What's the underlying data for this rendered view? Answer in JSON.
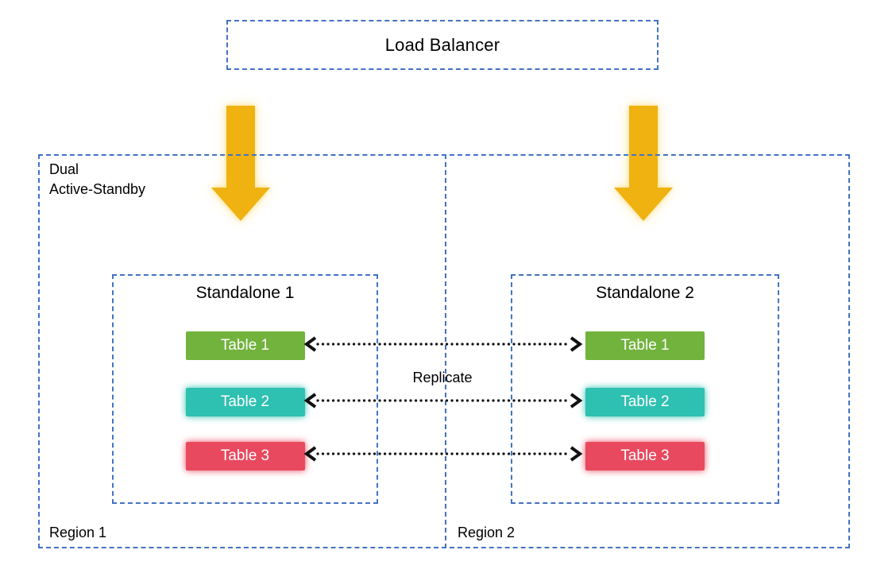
{
  "colors": {
    "border_blue": "#4472C4",
    "arrow_gold": "#EFB211",
    "dotted_arrow_black": "#111111",
    "table_green": "#71B33C",
    "table_teal": "#2EC0B1",
    "table_red": "#E8495F"
  },
  "load_balancer": {
    "label": "Load Balancer"
  },
  "cluster": {
    "label_line1": "Dual",
    "label_line2": "Active-Standby"
  },
  "replicate_label": "Replicate",
  "regions": [
    {
      "label": "Region 1",
      "standalone": {
        "title": "Standalone 1",
        "tables": [
          {
            "label": "Table 1",
            "color": "#71B33C"
          },
          {
            "label": "Table 2",
            "color": "#2EC0B1"
          },
          {
            "label": "Table 3",
            "color": "#E8495F"
          }
        ]
      }
    },
    {
      "label": "Region 2",
      "standalone": {
        "title": "Standalone 2",
        "tables": [
          {
            "label": "Table 1",
            "color": "#71B33C"
          },
          {
            "label": "Table 2",
            "color": "#2EC0B1"
          },
          {
            "label": "Table 3",
            "color": "#E8495F"
          }
        ]
      }
    }
  ]
}
